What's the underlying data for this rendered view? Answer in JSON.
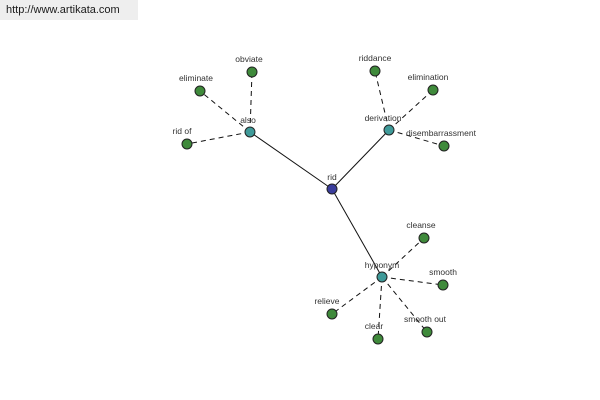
{
  "banner": {
    "url": "http://www.artikata.com"
  },
  "graph": {
    "colors": {
      "root": "#3a3d9c",
      "relation": "#3f9a99",
      "word": "#3f8a3b",
      "stroke": "#222222",
      "edge": "#111111"
    },
    "root": {
      "id": "rid",
      "label": "rid"
    },
    "relations": [
      {
        "id": "also",
        "label": "also",
        "words": [
          "eliminate",
          "obviate",
          "rid of"
        ]
      },
      {
        "id": "derivation",
        "label": "derivation",
        "words": [
          "riddance",
          "elimination",
          "disembarrassment"
        ]
      },
      {
        "id": "hyponym",
        "label": "hyponym",
        "words": [
          "cleanse",
          "smooth",
          "smooth out",
          "clear",
          "relieve"
        ]
      }
    ]
  }
}
